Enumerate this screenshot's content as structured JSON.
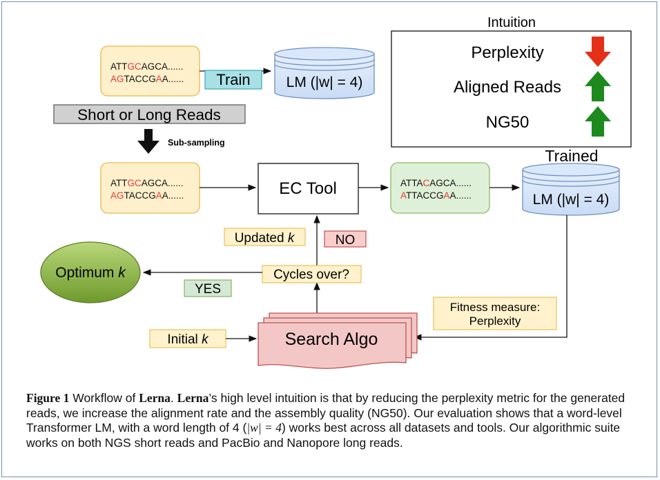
{
  "diagram": {
    "sequences": {
      "input_top": {
        "line1": [
          {
            "t": "ATT",
            "c": "#111111"
          },
          {
            "t": "GC",
            "c": "#e53935"
          },
          {
            "t": "AGCA......",
            "c": "#111111"
          }
        ],
        "line2": [
          {
            "t": "AG",
            "c": "#e53935"
          },
          {
            "t": "TACCG",
            "c": "#111111"
          },
          {
            "t": "A",
            "c": "#e53935"
          },
          {
            "t": "A......",
            "c": "#111111"
          }
        ]
      },
      "input_mid": {
        "line1": [
          {
            "t": "ATT",
            "c": "#111111"
          },
          {
            "t": "GC",
            "c": "#e53935"
          },
          {
            "t": "AGCA......",
            "c": "#111111"
          }
        ],
        "line2": [
          {
            "t": "AG",
            "c": "#e53935"
          },
          {
            "t": "TACCG",
            "c": "#111111"
          },
          {
            "t": "A",
            "c": "#e53935"
          },
          {
            "t": "A......",
            "c": "#111111"
          }
        ]
      },
      "corrected": {
        "line1": [
          {
            "t": "ATTA",
            "c": "#111111"
          },
          {
            "t": "C",
            "c": "#e53935"
          },
          {
            "t": "AGCA......",
            "c": "#111111"
          }
        ],
        "line2": [
          {
            "t": "A",
            "c": "#e53935"
          },
          {
            "t": "TTACCG",
            "c": "#111111"
          },
          {
            "t": "A",
            "c": "#e53935"
          },
          {
            "t": "A......",
            "c": "#111111"
          }
        ]
      }
    },
    "train_label": "Train",
    "lm_top": "LM (|w| = 4)",
    "lm_trained": "LM (|w| = 4)",
    "trained_label": "Trained",
    "reads_label": "Short or Long Reads",
    "subsampling_label": "Sub-sampling",
    "ec_tool": "EC Tool",
    "updated_k": {
      "text": "Updated ",
      "var": "k"
    },
    "no_label": "NO",
    "yes_label": "YES",
    "cycles_over": "Cycles over?",
    "optimum": {
      "text": "Optimum ",
      "var": "k"
    },
    "fitness": {
      "line1": "Fitness measure:",
      "line2": "Perplexity"
    },
    "search_algo": "Search Algo",
    "initial_k": {
      "text": "Initial ",
      "var": "k"
    },
    "intuition": {
      "title": "Intuition",
      "rows": [
        {
          "label": "Perplexity",
          "direction": "down",
          "color": "#e53018"
        },
        {
          "label": "Aligned Reads",
          "direction": "up",
          "color": "#1e8a1e"
        },
        {
          "label": "NG50",
          "direction": "up",
          "color": "#1e8a1e"
        }
      ]
    },
    "colors": {
      "seq_fill": "#fff0cc",
      "seq_stroke": "#e8b84a",
      "corr_fill": "#dff0d8",
      "corr_stroke": "#88bb66",
      "lm_fill": "#dae8fc",
      "lm_stroke": "#6c8ebf",
      "train_fill": "#a8e0e6",
      "train_stroke": "#3aa6b9",
      "label_fill": "#fff2cc",
      "label_stroke": "#e8c15a",
      "no_fill": "#f8cecc",
      "no_stroke": "#c0504d",
      "yes_fill": "#d5e8d4",
      "yes_stroke": "#82b366",
      "search_fill": "#f4c7c7",
      "search_stroke": "#b85450",
      "optimum_fill": "#8fb54a"
    }
  },
  "caption": {
    "figure_label": "Figure 1",
    "p1": " Workflow of ",
    "name1": "Lerna",
    "p2": ". ",
    "name2": "Lerna",
    "p3": "’s high level intuition is that by reducing the perplexity metric for the generated reads, we increase the alignment rate and the assembly quality (NG50). Our evaluation shows that a word-level Transformer LM, with a word length of 4 (",
    "math": "|w| = 4",
    "p4": ") works best across all datasets and tools. Our algorithmic suite works on both NGS short reads and PacBio and Nanopore long reads."
  }
}
